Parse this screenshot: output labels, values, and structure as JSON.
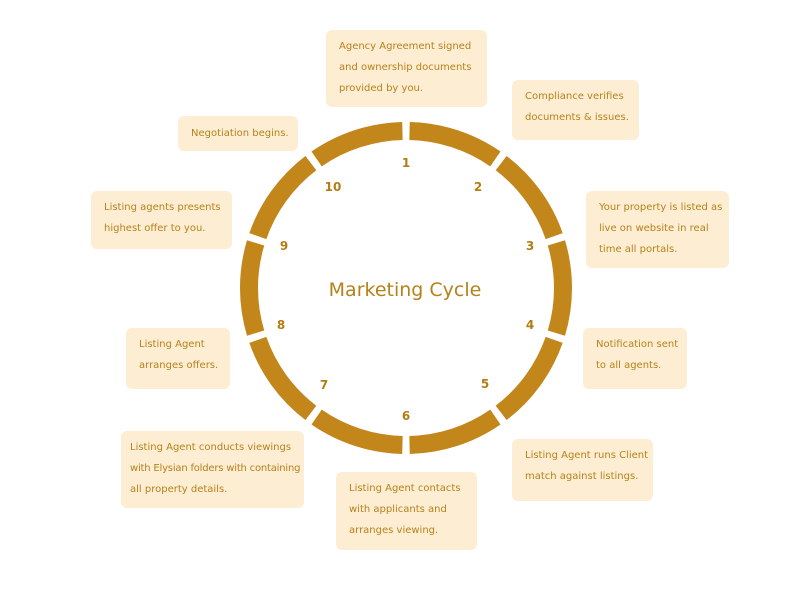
{
  "diagram": {
    "title": "Marketing Cycle",
    "ring_color": "#c2861a",
    "box_color": "#fdeed3",
    "text_color": "#b7811a",
    "steps": [
      {
        "number": "1",
        "lines": [
          "Agency Agreement signed",
          "and ownership documents",
          "provided by you."
        ]
      },
      {
        "number": "2",
        "lines": [
          "Compliance verifies",
          "documents & issues."
        ]
      },
      {
        "number": "3",
        "lines": [
          "Your property is listed as",
          "live on website in real",
          "time all portals."
        ]
      },
      {
        "number": "4",
        "lines": [
          "Notification sent",
          "to all agents."
        ]
      },
      {
        "number": "5",
        "lines": [
          "Listing Agent runs Client",
          "match against listings."
        ]
      },
      {
        "number": "6",
        "lines": [
          "Listing Agent contacts",
          "with applicants and",
          "arranges viewing."
        ]
      },
      {
        "number": "7",
        "lines": [
          "Listing Agent conducts viewings",
          "with Elysian folders with containing",
          "all property details."
        ]
      },
      {
        "number": "8",
        "lines": [
          "Listing Agent",
          "arranges offers."
        ]
      },
      {
        "number": "9",
        "lines": [
          "Listing agents presents",
          "highest offer to you."
        ]
      },
      {
        "number": "10",
        "lines": [
          "Negotiation begins."
        ]
      }
    ]
  }
}
